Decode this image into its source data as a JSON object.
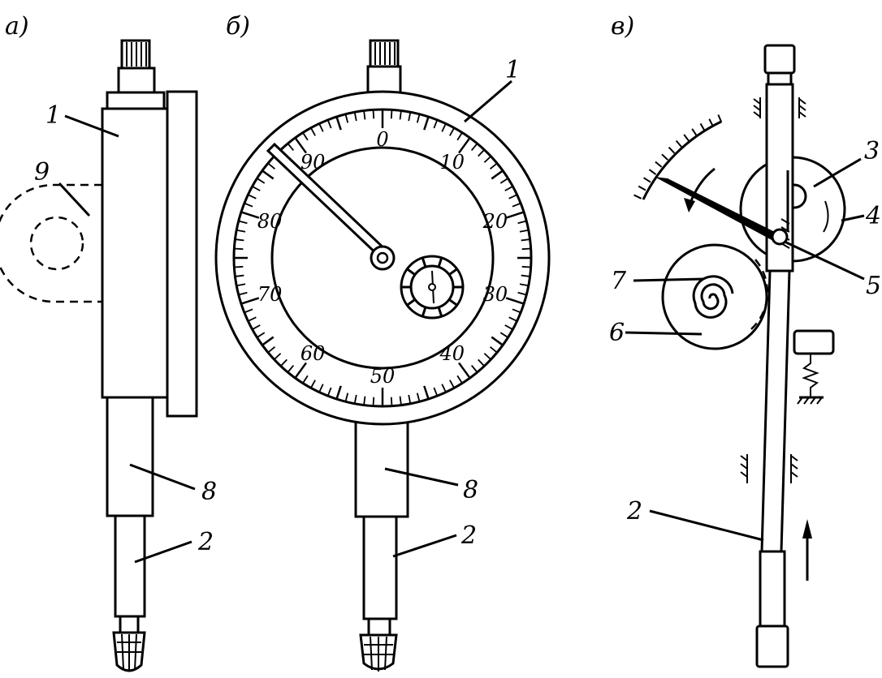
{
  "views": {
    "a": {
      "title": "а)"
    },
    "b": {
      "title": "б)"
    },
    "c": {
      "title": "в)"
    }
  },
  "callouts": {
    "a": [
      "1",
      "9",
      "8",
      "2"
    ],
    "b": [
      "1",
      "8",
      "2"
    ],
    "c": [
      "3",
      "4",
      "5",
      "7",
      "6",
      "2"
    ]
  },
  "dial": {
    "scale_labels": [
      "0",
      "10",
      "20",
      "30",
      "40",
      "50",
      "60",
      "70",
      "80",
      "90"
    ]
  }
}
